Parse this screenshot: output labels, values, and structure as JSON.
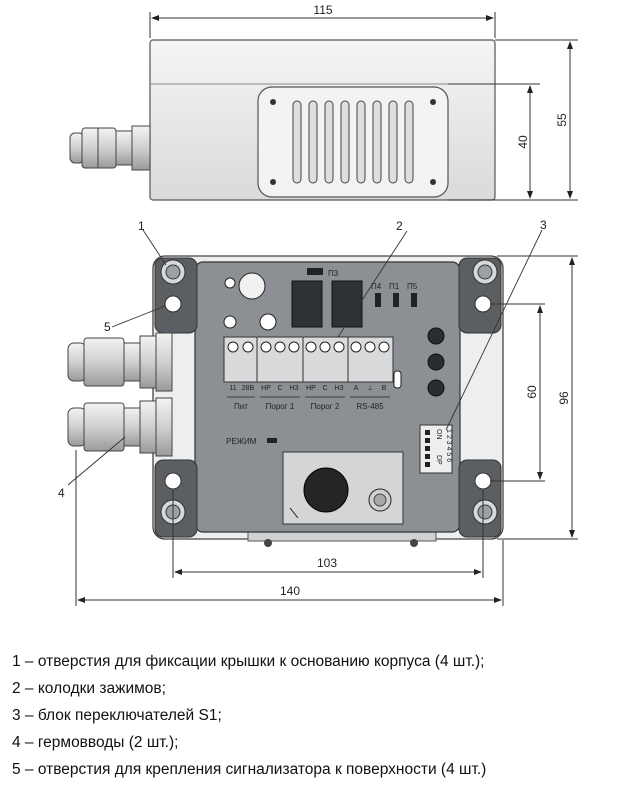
{
  "dimensions": {
    "top_width": "115",
    "top_height_outer": "55",
    "top_height_inner": "40",
    "bottom_height_outer": "96",
    "bottom_height_inner": "60",
    "bottom_width_inner": "103",
    "bottom_width_outer": "140"
  },
  "callouts": [
    "1",
    "2",
    "3",
    "4",
    "5"
  ],
  "board": {
    "p3": "П3",
    "p4": "П4",
    "p1": "П1",
    "p5": "П5",
    "terminals": [
      "11",
      "28В",
      "НР",
      "С",
      "НЗ",
      "НР",
      "С",
      "НЗ",
      "А",
      "⊥",
      "В"
    ],
    "group_pit": "Пит",
    "group_porog1": "Порог 1",
    "group_porog2": "Порог 2",
    "group_rs485": "RS-485",
    "mode": "РЕЖИМ",
    "switch_on": "ON",
    "switch_dp": "DP",
    "switch_numbers": "1 2 3 4 5 6"
  },
  "legend": [
    "1 – отверстия для фиксации крышки к основанию корпуса (4 шт.);",
    "2 – колодки зажимов;",
    "3 – блок переключателей S1;",
    "4 – гермовводы (2 шт.);",
    "5 – отверстия для крепления сигнализатора к поверхности (4 шт.)"
  ],
  "colors": {
    "enclosure": "#eceeef",
    "board": "#8c9094",
    "terminal": "#d9dadb",
    "line": "#333333"
  }
}
